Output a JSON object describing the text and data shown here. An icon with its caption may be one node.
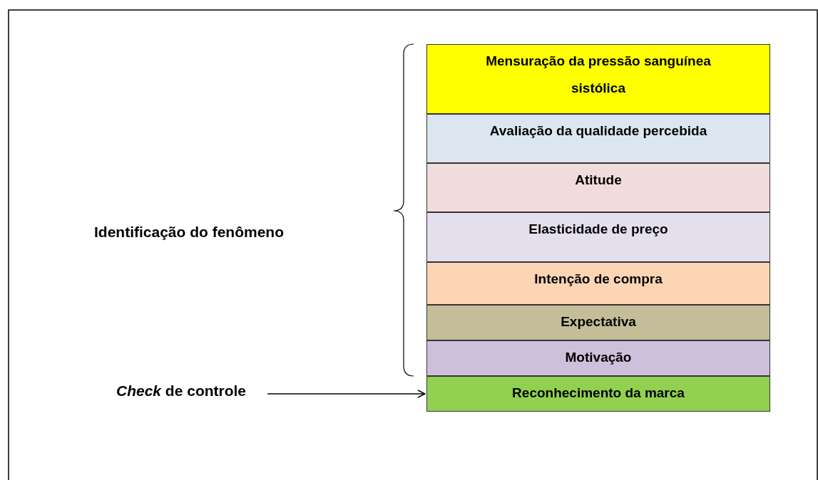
{
  "diagram": {
    "nodes": [
      {
        "text": [
          "Mensuração da pressão sanguínea sistólica"
        ]
      },
      {
        "text": [
          "Avaliação da qualidade percebida"
        ]
      },
      {
        "text": [
          "Atitude"
        ]
      },
      {
        "text": [
          "Elasticidade de preço"
        ]
      },
      {
        "text": [
          "Intenção de compra"
        ]
      },
      {
        "text": [
          "Expectativa"
        ]
      },
      {
        "text": [
          "Motivação"
        ]
      },
      {
        "text": [
          "Reconhecimento da marca"
        ]
      },
      {
        "text": [
          "*Check* de controle"
        ]
      }
    ],
    "edges": [
      {
        "from": 8,
        "to": 7,
        "arrow": "to"
      }
    ],
    "labels": [
      "Identificação do fenômeno"
    ]
  }
}
